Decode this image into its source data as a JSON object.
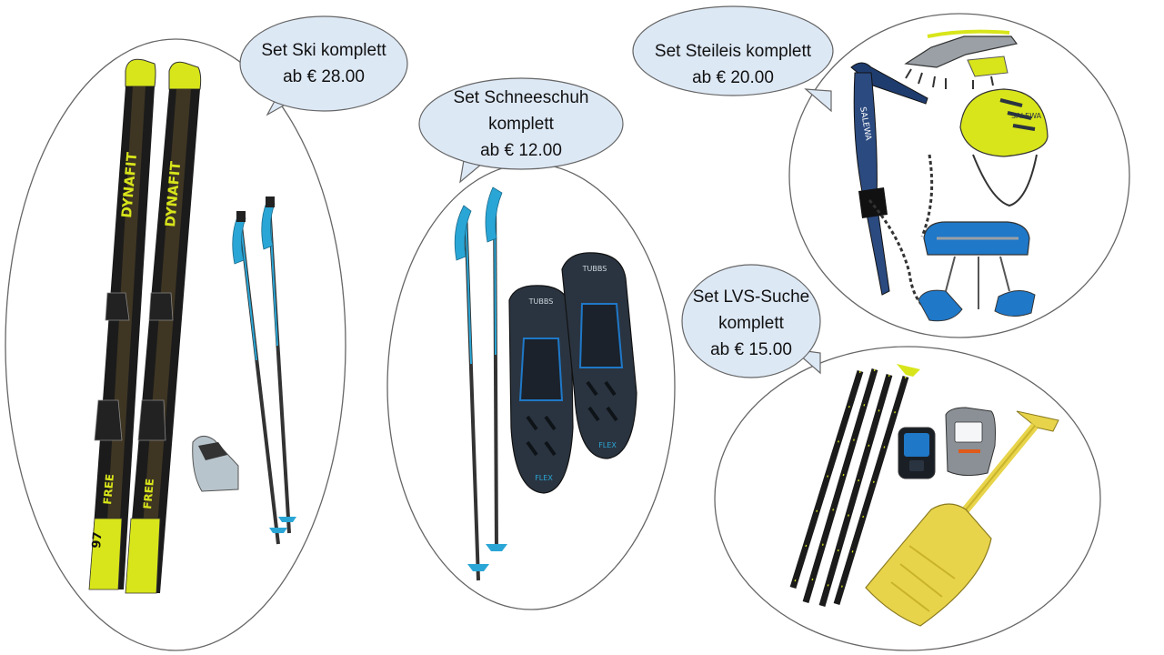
{
  "colors": {
    "bubble_fill": "#dde8f5",
    "outline": "#666666",
    "ski_yellow": "#d8e51a",
    "pole_blue": "#2aa6d6",
    "snowshoe_dark": "#2a3440",
    "accent_blue": "#1f78c8",
    "shovel_yellow": "#e8d44a"
  },
  "sets": [
    {
      "id": "ski",
      "lines": [
        "Set Ski komplett",
        "ab € 28.00"
      ]
    },
    {
      "id": "schneeschuh",
      "lines": [
        "Set Schneeschuh",
        "komplett",
        "ab € 12.00"
      ]
    },
    {
      "id": "steileis",
      "lines": [
        "Set Steileis komplett",
        "ab € 20.00"
      ]
    },
    {
      "id": "lvs",
      "lines": [
        "Set LVS-Suche",
        "komplett",
        "ab € 15.00"
      ]
    }
  ],
  "brands": {
    "ski_brand": "DYNAFIT",
    "ski_model": "FREE",
    "ski_width": "97",
    "snowshoe_brand": "TUBBS",
    "snowshoe_model": "FLEX",
    "ice_axe_brand": "SALEWA"
  }
}
